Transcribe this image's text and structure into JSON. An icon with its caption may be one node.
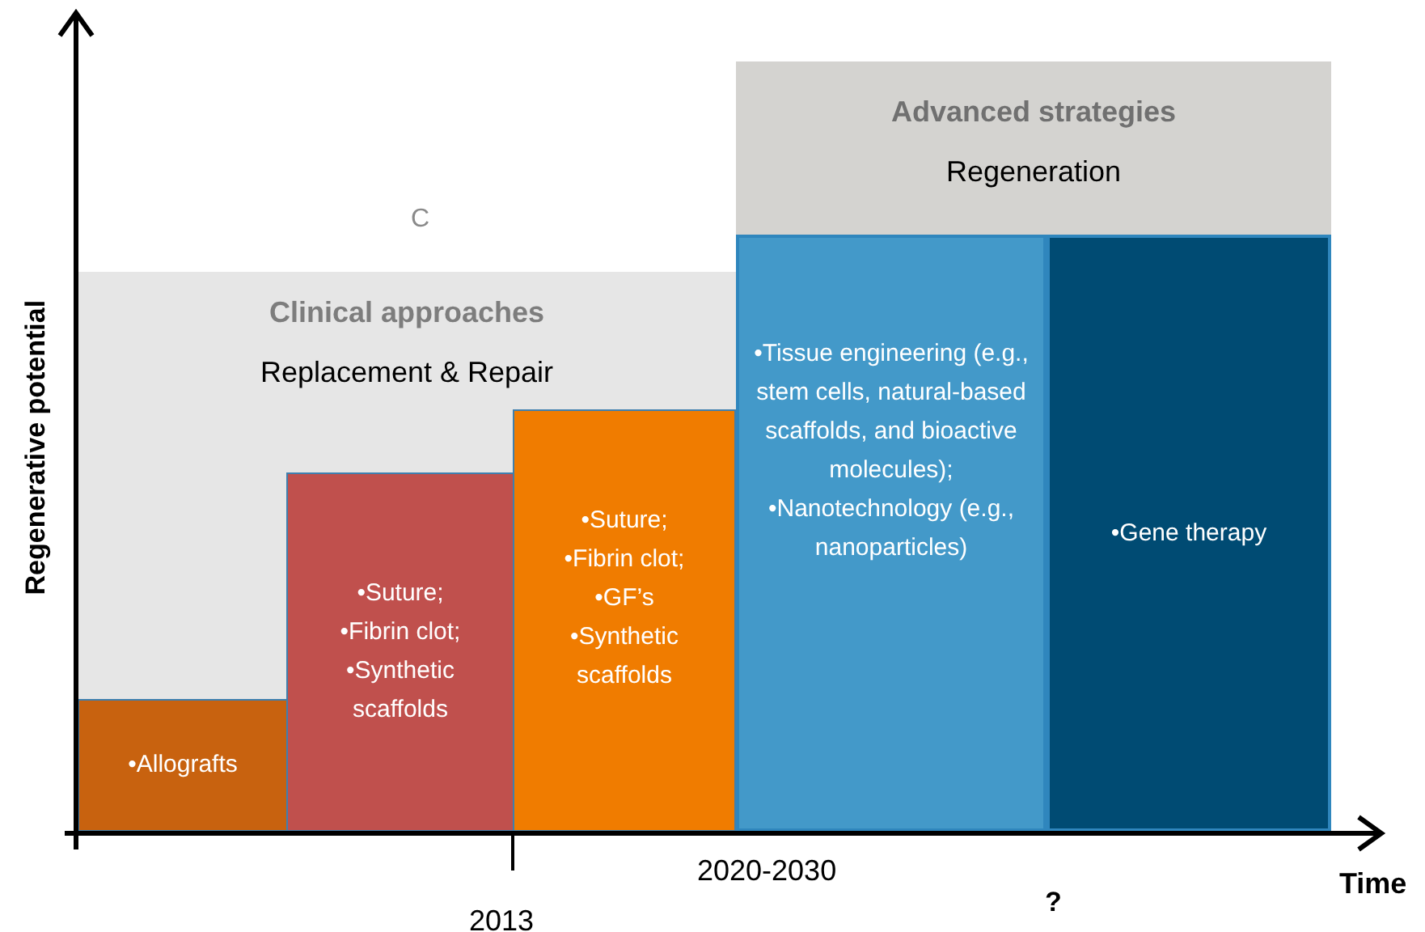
{
  "diagram": {
    "nodes": [
      {
        "text": [
          "Clinical approaches",
          "Replacement & Repair"
        ]
      },
      {
        "text": [
          "Advanced strategies",
          "Regeneration"
        ]
      },
      {
        "text": [
          "•Allografts"
        ],
        "in": 0
      },
      {
        "text": [
          "•Suture;",
          "•Fibrin clot;",
          "•Synthetic scaffolds"
        ],
        "in": 0
      },
      {
        "text": [
          "•Suture;",
          "•Fibrin clot;",
          "•GF’s",
          "•Synthetic scaffolds"
        ],
        "in": 0
      },
      {
        "text": [
          "•Tissue engineering (e.g., stem cells, natural-based scaffolds, and bioactive molecules);",
          "•Nanotechnology (e.g., nanoparticles)"
        ]
      },
      {
        "text": [
          "•Gene therapy"
        ]
      }
    ],
    "labels": [
      "Regenerative potential",
      "C",
      "2013",
      "2020-2030",
      "?",
      "Time"
    ]
  }
}
